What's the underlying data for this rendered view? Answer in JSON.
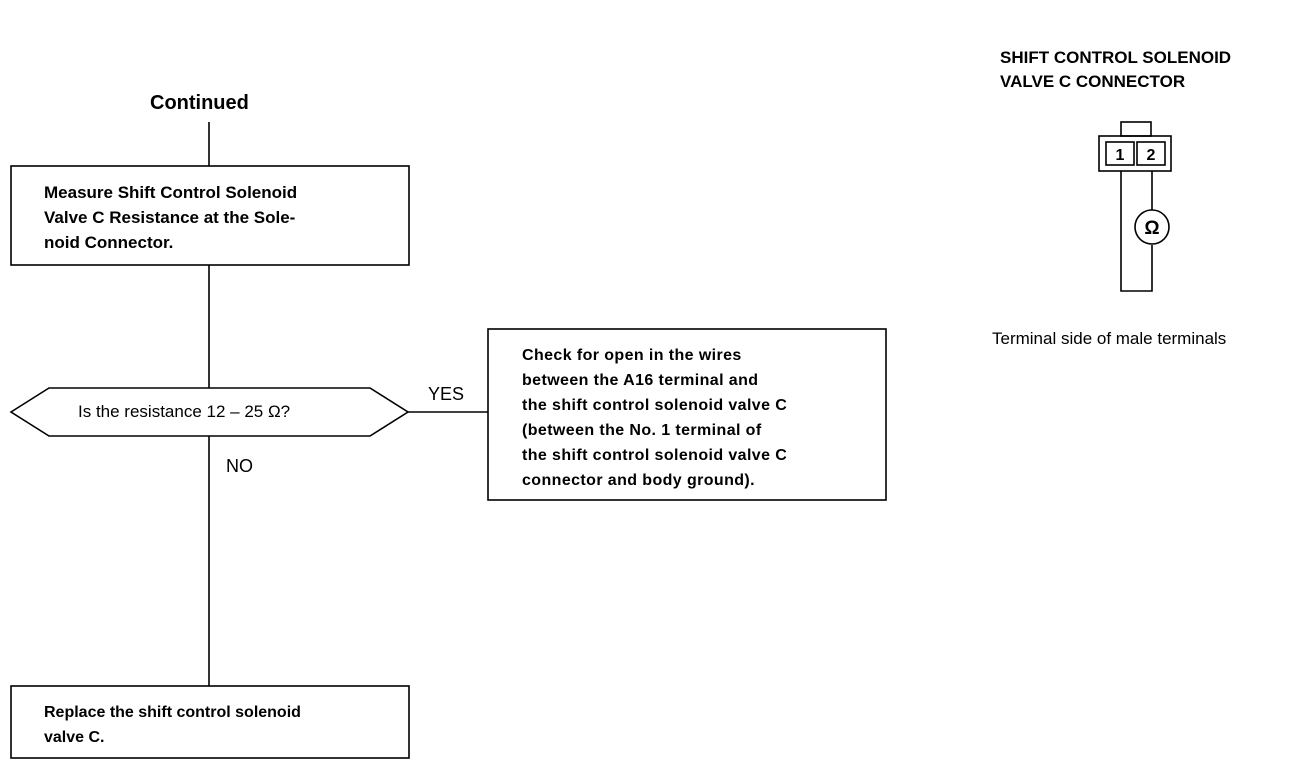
{
  "flow": {
    "continued": "Continued",
    "measure_lines": [
      "Measure Shift Control Solenoid",
      "Valve C Resistance at the Sole-",
      "noid Connector."
    ],
    "question": "Is the resistance 12 – 25 Ω?",
    "yes_label": "YES",
    "no_label": "NO",
    "check_lines": [
      "Check for open in the wires",
      "between the A16 terminal and",
      "the shift control solenoid valve C",
      "(between the No. 1 terminal of",
      "the shift control solenoid valve C",
      "connector and body ground)."
    ],
    "replace_lines": [
      "Replace the shift control solenoid",
      "valve C."
    ]
  },
  "connector": {
    "title_lines": [
      "SHIFT CONTROL SOLENOID",
      "VALVE C CONNECTOR"
    ],
    "pin1": "1",
    "pin2": "2",
    "meter_symbol": "Ω",
    "caption": "Terminal side of male terminals"
  }
}
